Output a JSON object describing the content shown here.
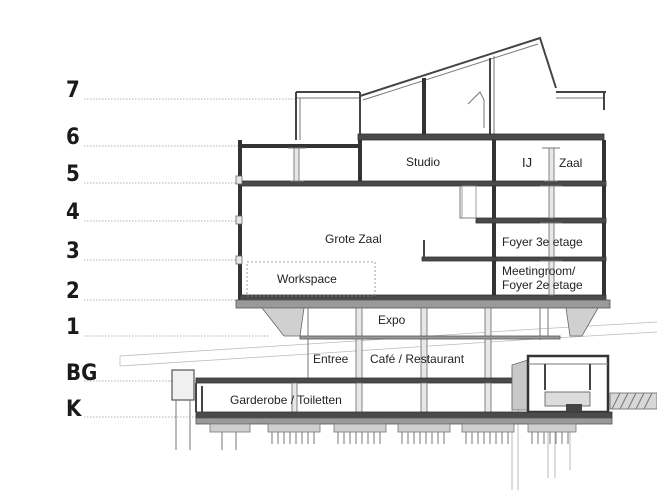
{
  "levels": [
    "7",
    "6",
    "5",
    "4",
    "3",
    "2",
    "1",
    "BG",
    "K"
  ],
  "rooms": {
    "studio": "Studio",
    "ij": "IJ",
    "zaal": "Zaal",
    "grote_zaal": "Grote Zaal",
    "foyer_3e": "Foyer 3e etage",
    "workspace": "Workspace",
    "meetingroom": "Meetingroom/",
    "foyer_2e": "Foyer 2e etage",
    "expo": "Expo",
    "entree": "Entree",
    "cafe": "Café / Restaurant",
    "garderobe": "Garderobe / Toiletten"
  }
}
